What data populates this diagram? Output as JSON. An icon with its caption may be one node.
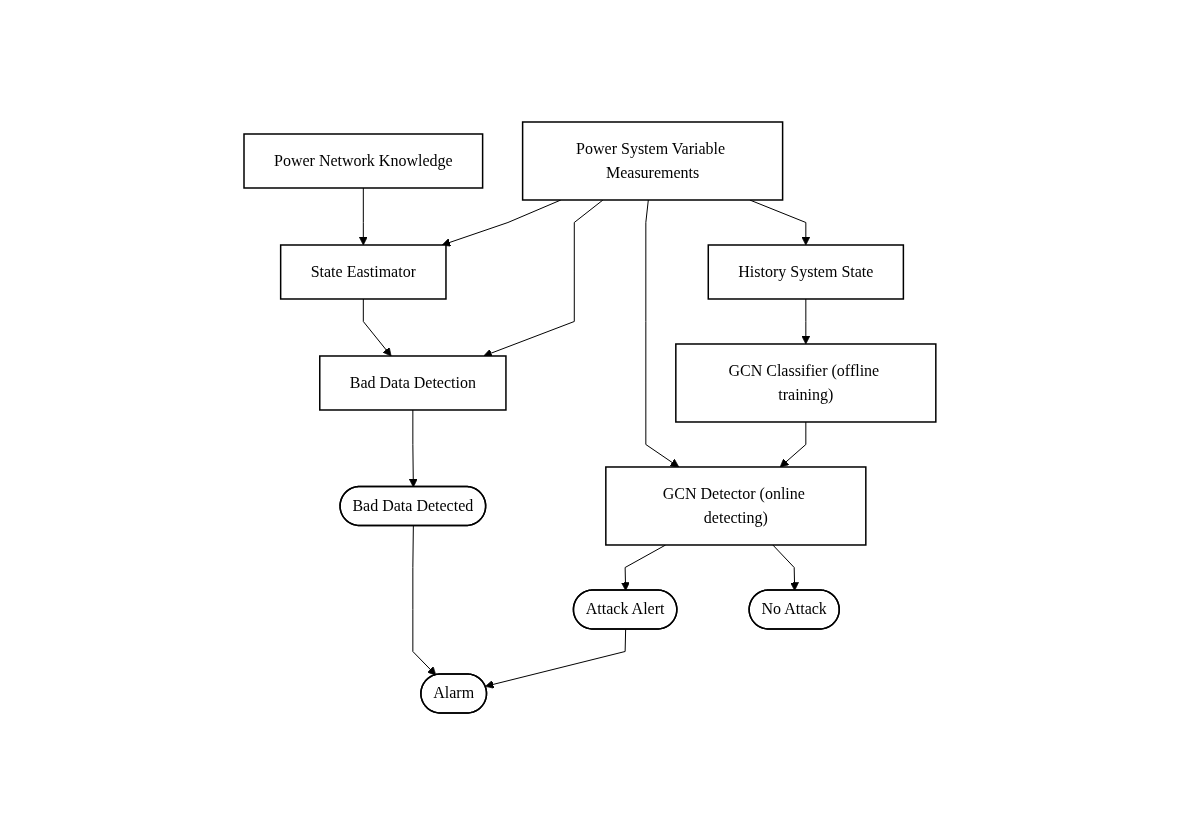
{
  "diagram": {
    "nodes": [
      {
        "text": [
          "Power System Variable Measurements"
        ]
      },
      {
        "text": [
          "Power Network Knowledge"
        ]
      },
      {
        "text": [
          "State Eastimator"
        ]
      },
      {
        "text": [
          "Bad Data Detection"
        ]
      },
      {
        "text": [
          "Bad Data Detected"
        ]
      },
      {
        "text": [
          "Alarm"
        ]
      },
      {
        "text": [
          "GCN Detector (online detecting)"
        ]
      },
      {
        "text": [
          "Attack Alert"
        ]
      },
      {
        "text": [
          "No Attack"
        ]
      },
      {
        "text": [
          "History System State"
        ]
      },
      {
        "text": [
          "GCN Classifier (offline training)"
        ]
      }
    ],
    "edges": [
      {
        "from": 0,
        "to": 2,
        "arrow": "to"
      },
      {
        "from": 1,
        "to": 2,
        "arrow": "to"
      },
      {
        "from": 2,
        "to": 3,
        "arrow": "to"
      },
      {
        "from": 0,
        "to": 3,
        "arrow": "to"
      },
      {
        "from": 0,
        "to": 6,
        "arrow": "to"
      },
      {
        "from": 0,
        "to": 9,
        "arrow": "to"
      },
      {
        "from": 3,
        "to": 4,
        "arrow": "to"
      },
      {
        "from": 4,
        "to": 5,
        "arrow": "to"
      },
      {
        "from": 7,
        "to": 5,
        "arrow": "to"
      },
      {
        "from": 6,
        "to": 7,
        "arrow": "to"
      },
      {
        "from": 6,
        "to": 8,
        "arrow": "to"
      },
      {
        "from": 9,
        "to": 10,
        "arrow": "to"
      },
      {
        "from": 10,
        "to": 6,
        "arrow": "to"
      }
    ]
  }
}
